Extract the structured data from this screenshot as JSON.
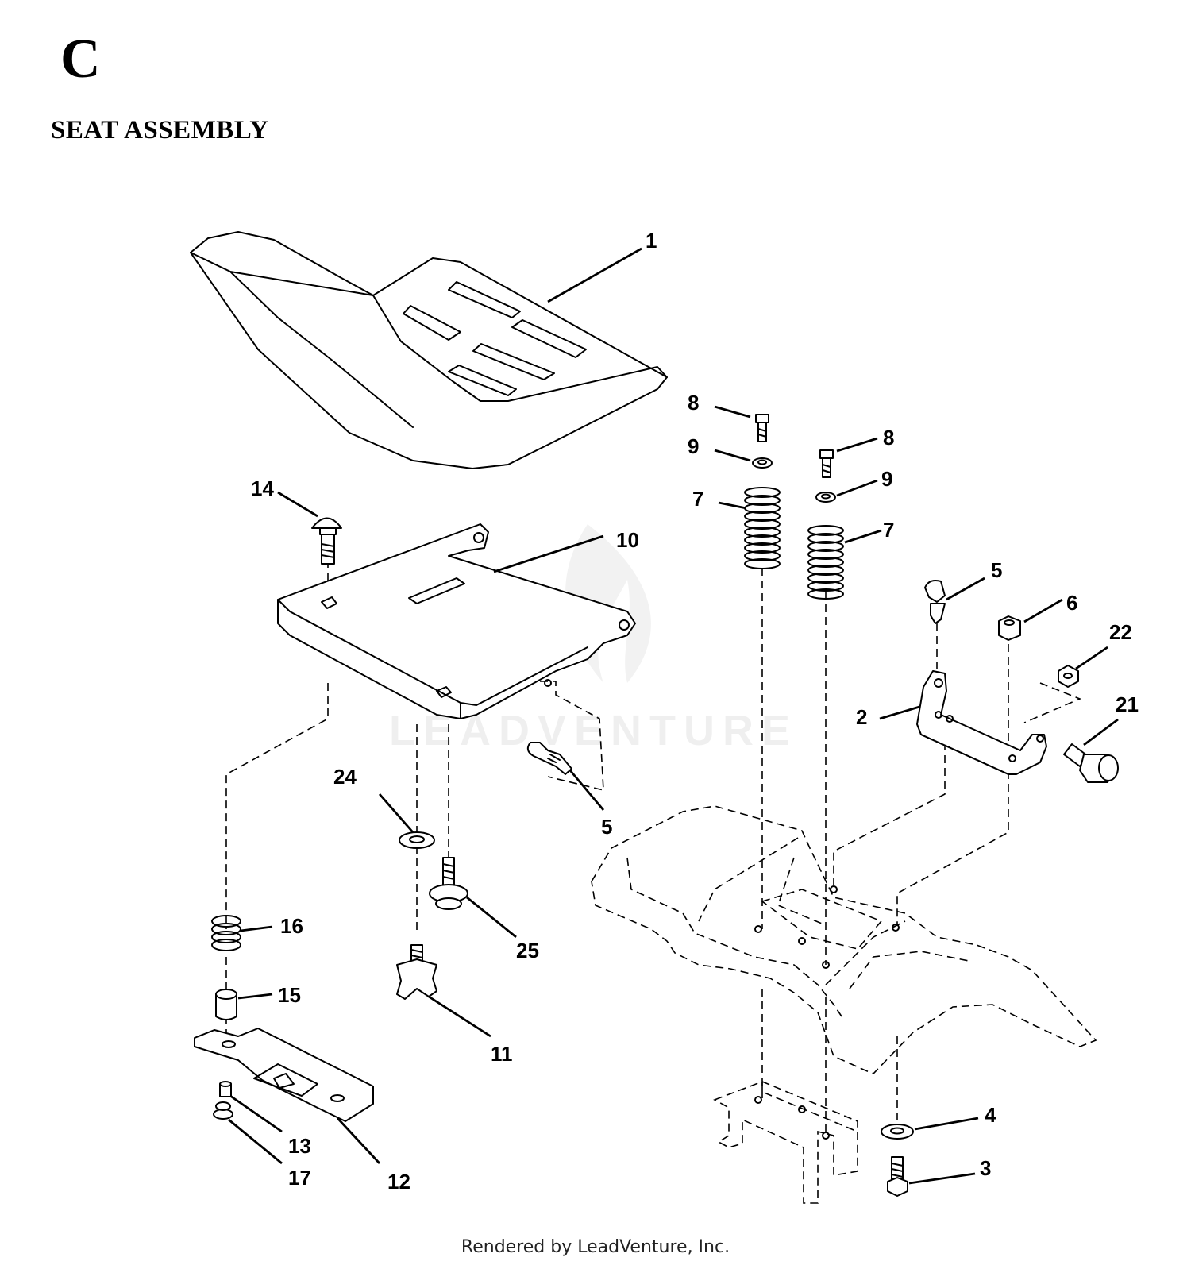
{
  "header": {
    "section_letter": "C",
    "section_title": "SEAT ASSEMBLY"
  },
  "watermark": "LEADVENTURE",
  "footer": "Rendered by LeadVenture, Inc.",
  "callouts": {
    "seat": "1",
    "pivot_bracket": "2",
    "bolt_rear": "3",
    "washer_rear": "4",
    "clip_upper": "5",
    "clip_lower": "5",
    "nut_bracket": "6",
    "spring_left": "7",
    "spring_right": "7",
    "screw_left": "8",
    "screw_right": "8",
    "washer_left": "9",
    "washer_right": "9",
    "seat_pan": "10",
    "knob": "11",
    "adjust_plate": "12",
    "spacer_small": "13",
    "carriage_bolt": "14",
    "spacer": "15",
    "spring_small": "16",
    "flange_nut": "17",
    "shoulder_bolt": "21",
    "nut_small": "22",
    "washer_pan": "24",
    "shoulder_screw": "25"
  }
}
